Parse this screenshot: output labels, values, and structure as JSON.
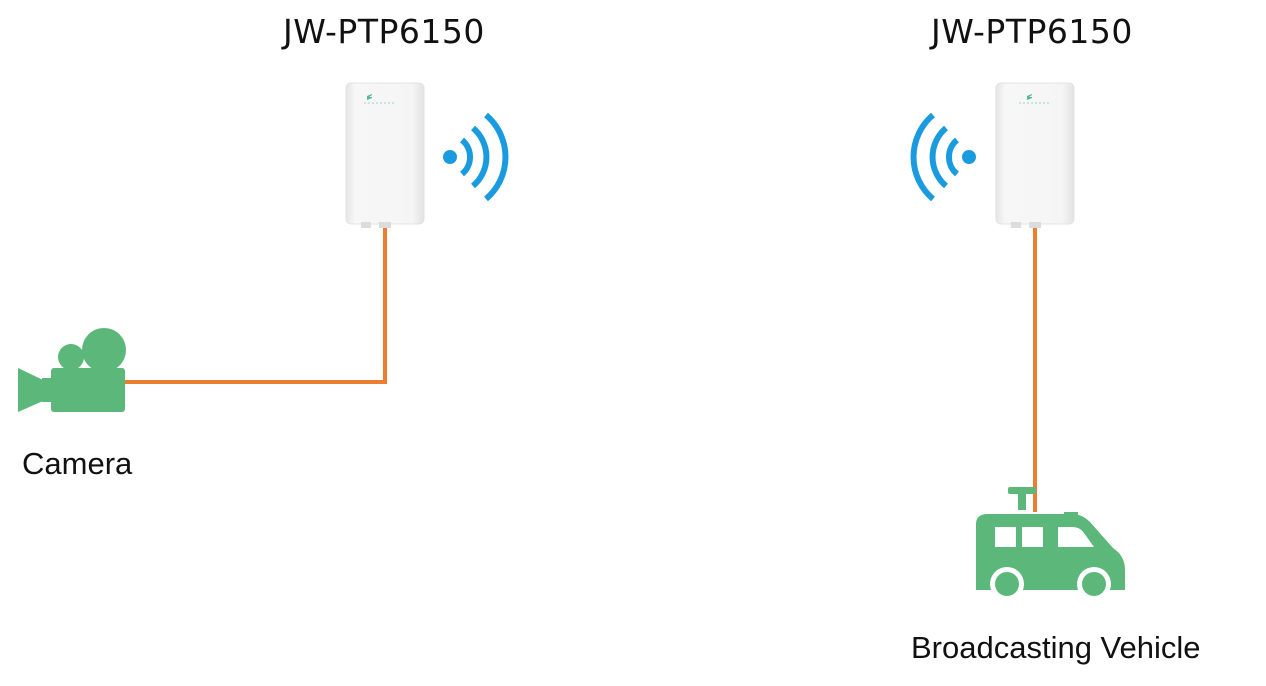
{
  "devices": {
    "left": {
      "title": "JW-PTP6150"
    },
    "right": {
      "title": "JW-PTP6150"
    }
  },
  "endpoints": {
    "camera": {
      "label": "Camera",
      "icon": "video-camera-icon"
    },
    "vehicle": {
      "label": "Broadcasting Vehicle",
      "icon": "broadcast-van-icon"
    }
  },
  "colors": {
    "cable": "#ed7d31",
    "wireless": "#1a9be0",
    "endpoint_icon": "#5cb77a",
    "device_body": "#f4f4f4"
  }
}
